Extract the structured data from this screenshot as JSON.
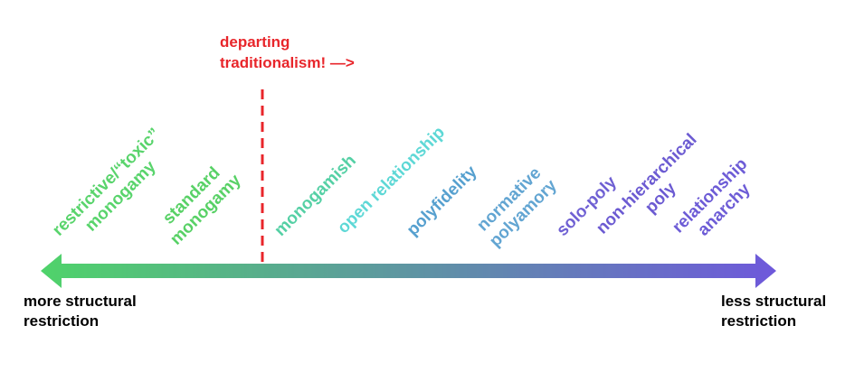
{
  "colors": {
    "gradient_start": "#4fd36a",
    "gradient_mid": "#5e95a2",
    "gradient_end": "#6e58db",
    "divider": "#e8262b",
    "departing_text": "#e8262b",
    "end_labels": "#000000"
  },
  "departing": {
    "line1": "departing",
    "line2": "traditionalism! —>"
  },
  "ends": {
    "left": {
      "line1": "more structural",
      "line2": "restriction"
    },
    "right": {
      "line1": "less structural",
      "line2": "restriction"
    }
  },
  "categories": [
    {
      "lines": [
        "restrictive/“toxic”",
        "monogamy"
      ],
      "color": "#59d46c"
    },
    {
      "lines": [
        "standard",
        "monogamy"
      ],
      "color": "#58d166"
    },
    {
      "lines": [
        "monogamish"
      ],
      "color": "#55d0a5"
    },
    {
      "lines": [
        "open relationship"
      ],
      "color": "#5ed8d6"
    },
    {
      "lines": [
        "polyfidelity"
      ],
      "color": "#56a0cf"
    },
    {
      "lines": [
        "normative",
        "polyamory"
      ],
      "color": "#62a5d2"
    },
    {
      "lines": [
        "solo-poly"
      ],
      "color": "#6f60d3"
    },
    {
      "lines": [
        "non-hierarchical",
        "poly"
      ],
      "color": "#6c5bd2"
    },
    {
      "lines": [
        "relationship",
        "anarchy"
      ],
      "color": "#6d5cd6"
    }
  ]
}
